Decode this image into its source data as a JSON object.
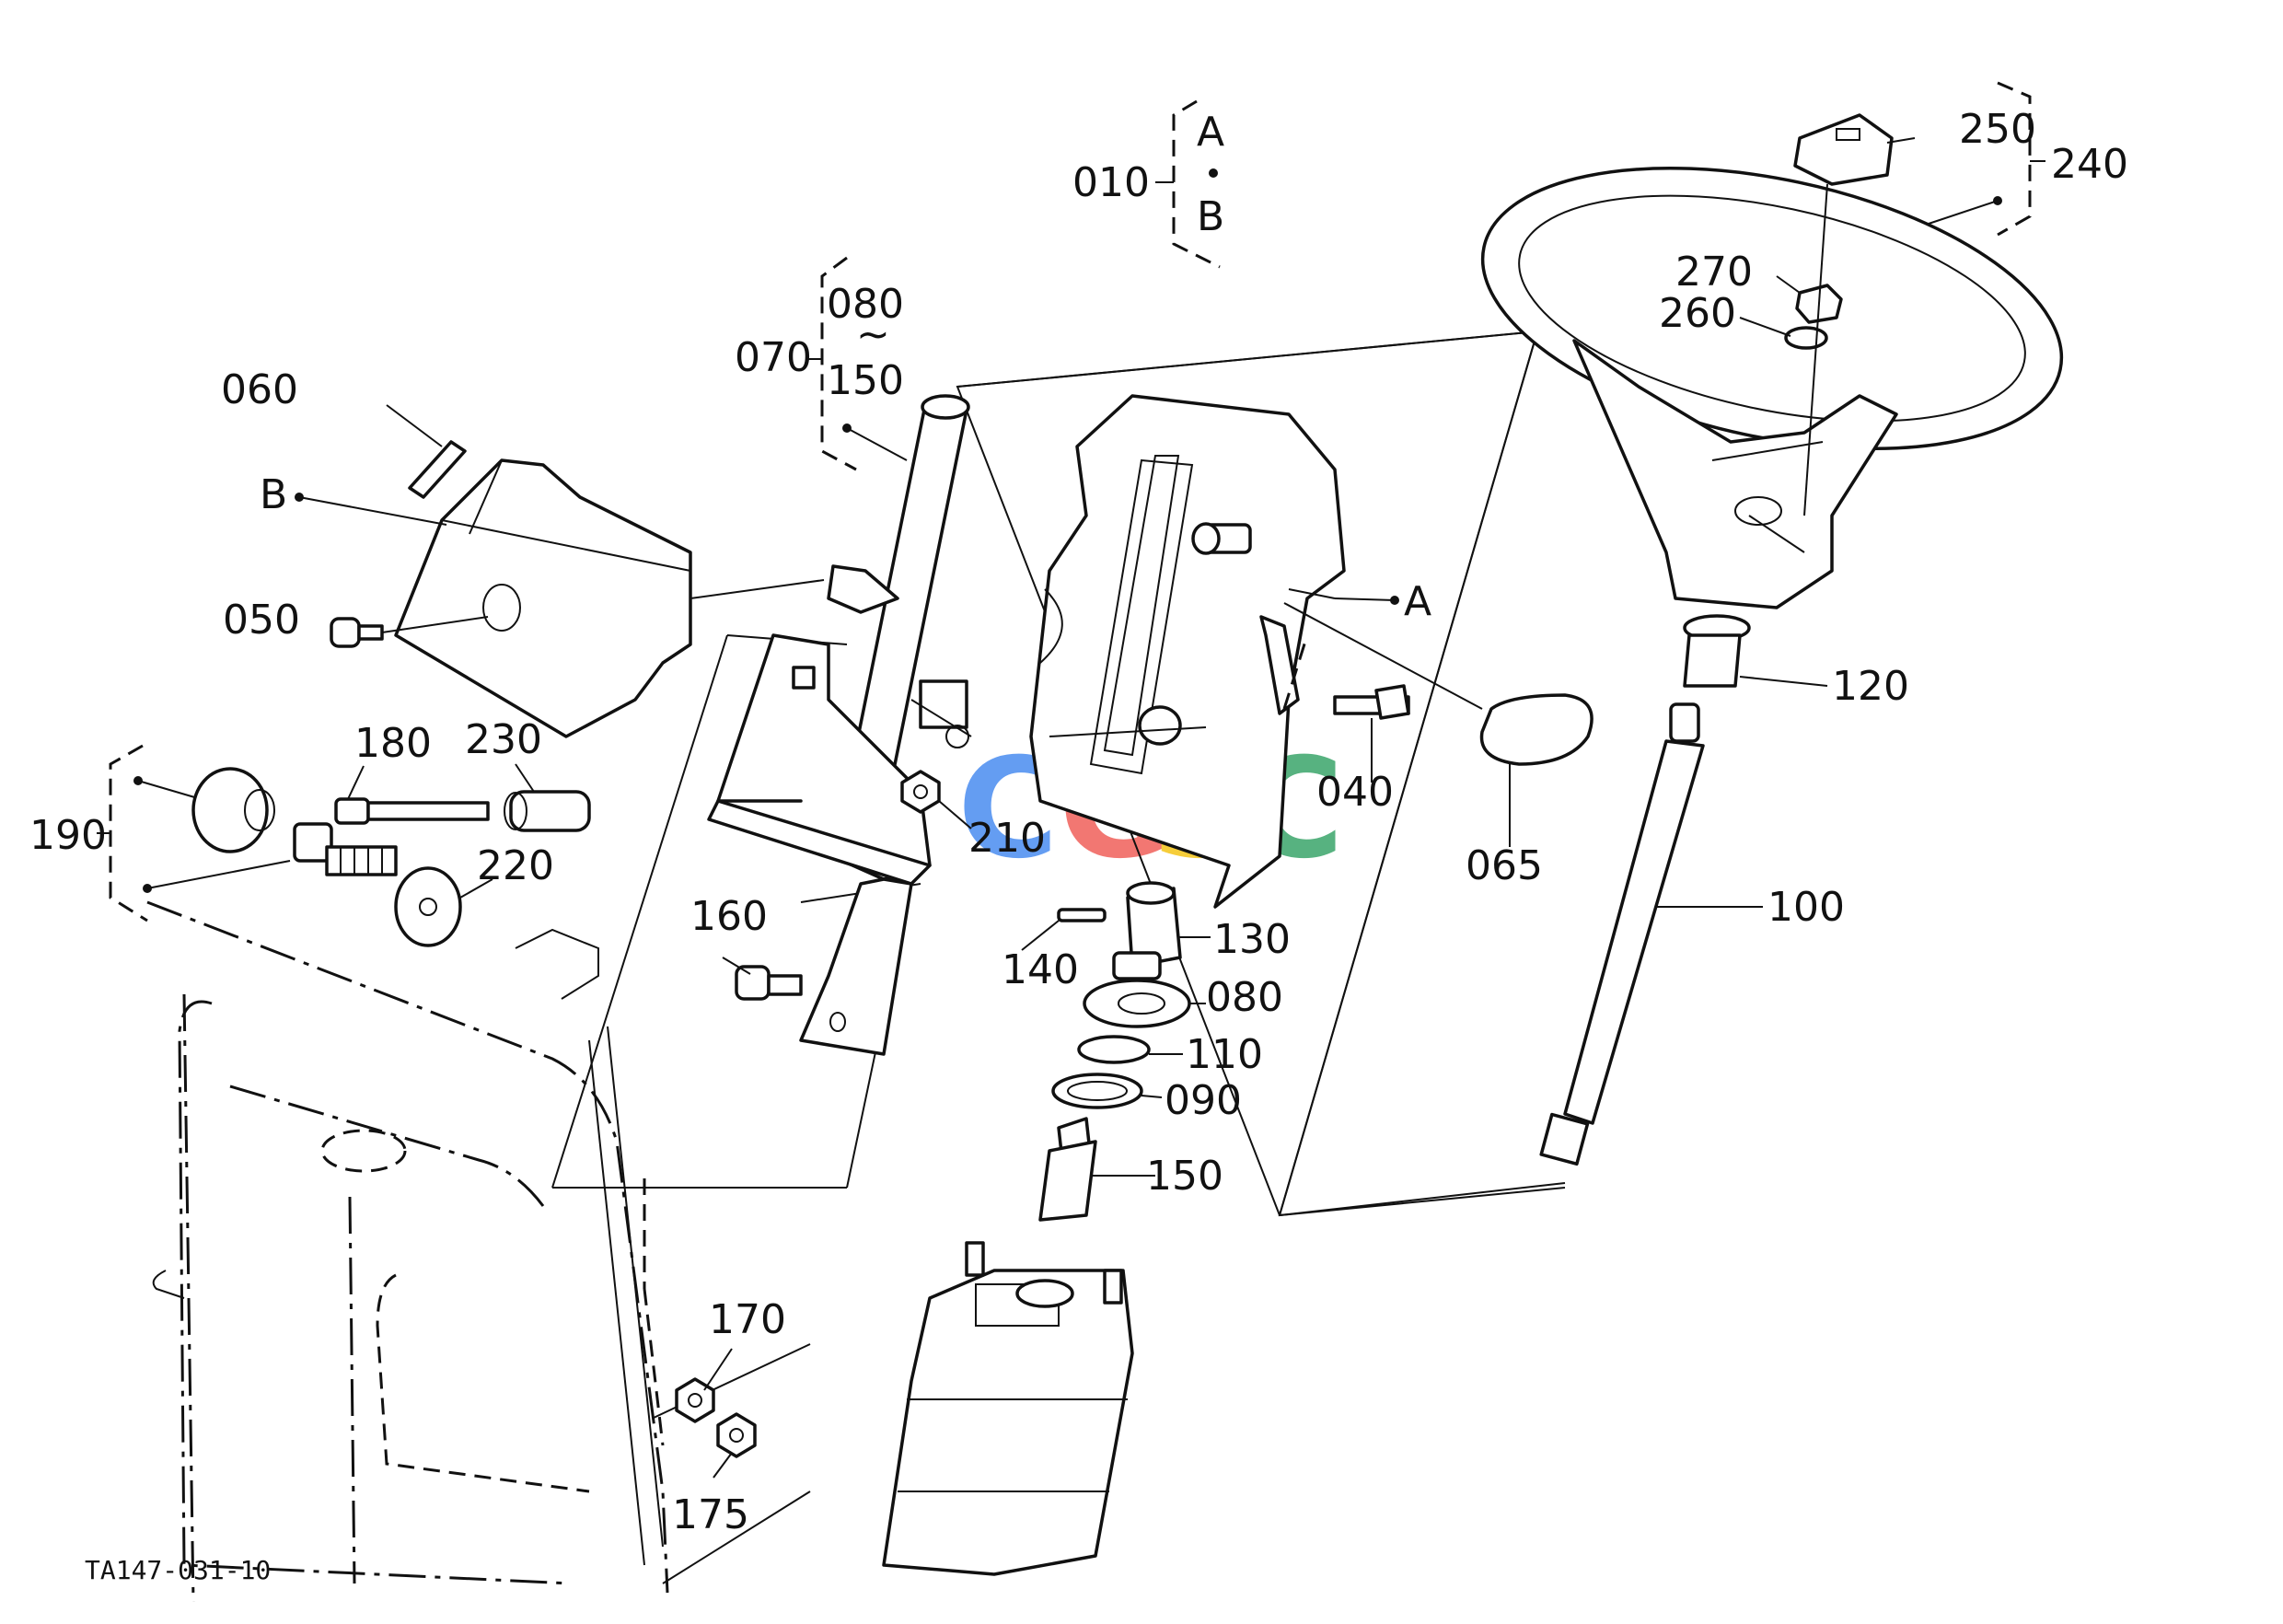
{
  "diagram": {
    "code": "TA147-031-10",
    "callouts": {
      "c010": "010",
      "c010_a": "A",
      "c010_b": "B",
      "c060": "060",
      "cB": "B",
      "c050": "050",
      "c070": "070",
      "c080_top": "080",
      "c080_tilde": "~",
      "c150_top": "150",
      "c180": "180",
      "c230": "230",
      "c190": "190",
      "c220": "220",
      "c210": "210",
      "c160": "160",
      "c140": "140",
      "c130": "130",
      "c080": "080",
      "c110": "110",
      "c090": "090",
      "c150": "150",
      "c040": "040",
      "cA": "A",
      "c065": "065",
      "c250": "250",
      "c240": "240",
      "c270": "270",
      "c260": "260",
      "c120": "120",
      "c100": "100",
      "c170": "170",
      "c175": "175"
    },
    "watermark": {
      "letters": [
        "C",
        "G",
        "S",
        "C"
      ],
      "colors": [
        "#4a8cf0",
        "#f0605a",
        "#f5c518",
        "#3aa56a"
      ]
    }
  }
}
